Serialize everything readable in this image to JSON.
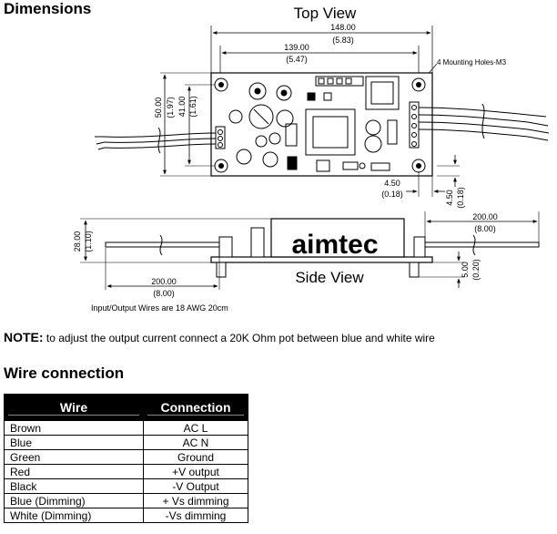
{
  "headings": {
    "dimensions": "Dimensions",
    "wire_connection": "Wire connection"
  },
  "drawing": {
    "top_view": "Top View",
    "side_view": "Side View",
    "dim_148": "148.00",
    "dim_148_in": "(5.83)",
    "dim_139": "139.00",
    "dim_139_in": "(5.47)",
    "mounting_holes": "4 Mounting Holes-M3",
    "dim_50": "50.00",
    "dim_50_in": "(1.97)",
    "dim_41": "41.00",
    "dim_41_in": "(1.61)",
    "dim_450a": "4.50",
    "dim_450a_in": "(0.18)",
    "dim_450b": "4.50",
    "dim_450b_in": "(0.18)",
    "dim_28": "28.00",
    "dim_28_in": "(1.10)",
    "dim_200r": "200.00",
    "dim_200r_in": "(8.00)",
    "dim_200l": "200.00",
    "dim_200l_in": "(8.00)",
    "dim_5": "5.00",
    "dim_5_in": "(0.20)",
    "brand": "aimtec",
    "wire_spec": "Input/Output Wires are 18 AWG 20cm"
  },
  "note": {
    "label": "NOTE:",
    "text": "to adjust the output current connect a 20K Ohm pot between blue and white wire"
  },
  "table": {
    "headers": [
      "Wire",
      "Connection"
    ],
    "rows": [
      [
        "Brown",
        "AC L"
      ],
      [
        "Blue",
        "AC N"
      ],
      [
        "Green",
        "Ground"
      ],
      [
        "Red",
        "+V output"
      ],
      [
        "Black",
        "-V Output"
      ],
      [
        "Blue (Dimming)",
        "+ Vs dimming"
      ],
      [
        "White (Dimming)",
        "-Vs dimming"
      ]
    ]
  }
}
